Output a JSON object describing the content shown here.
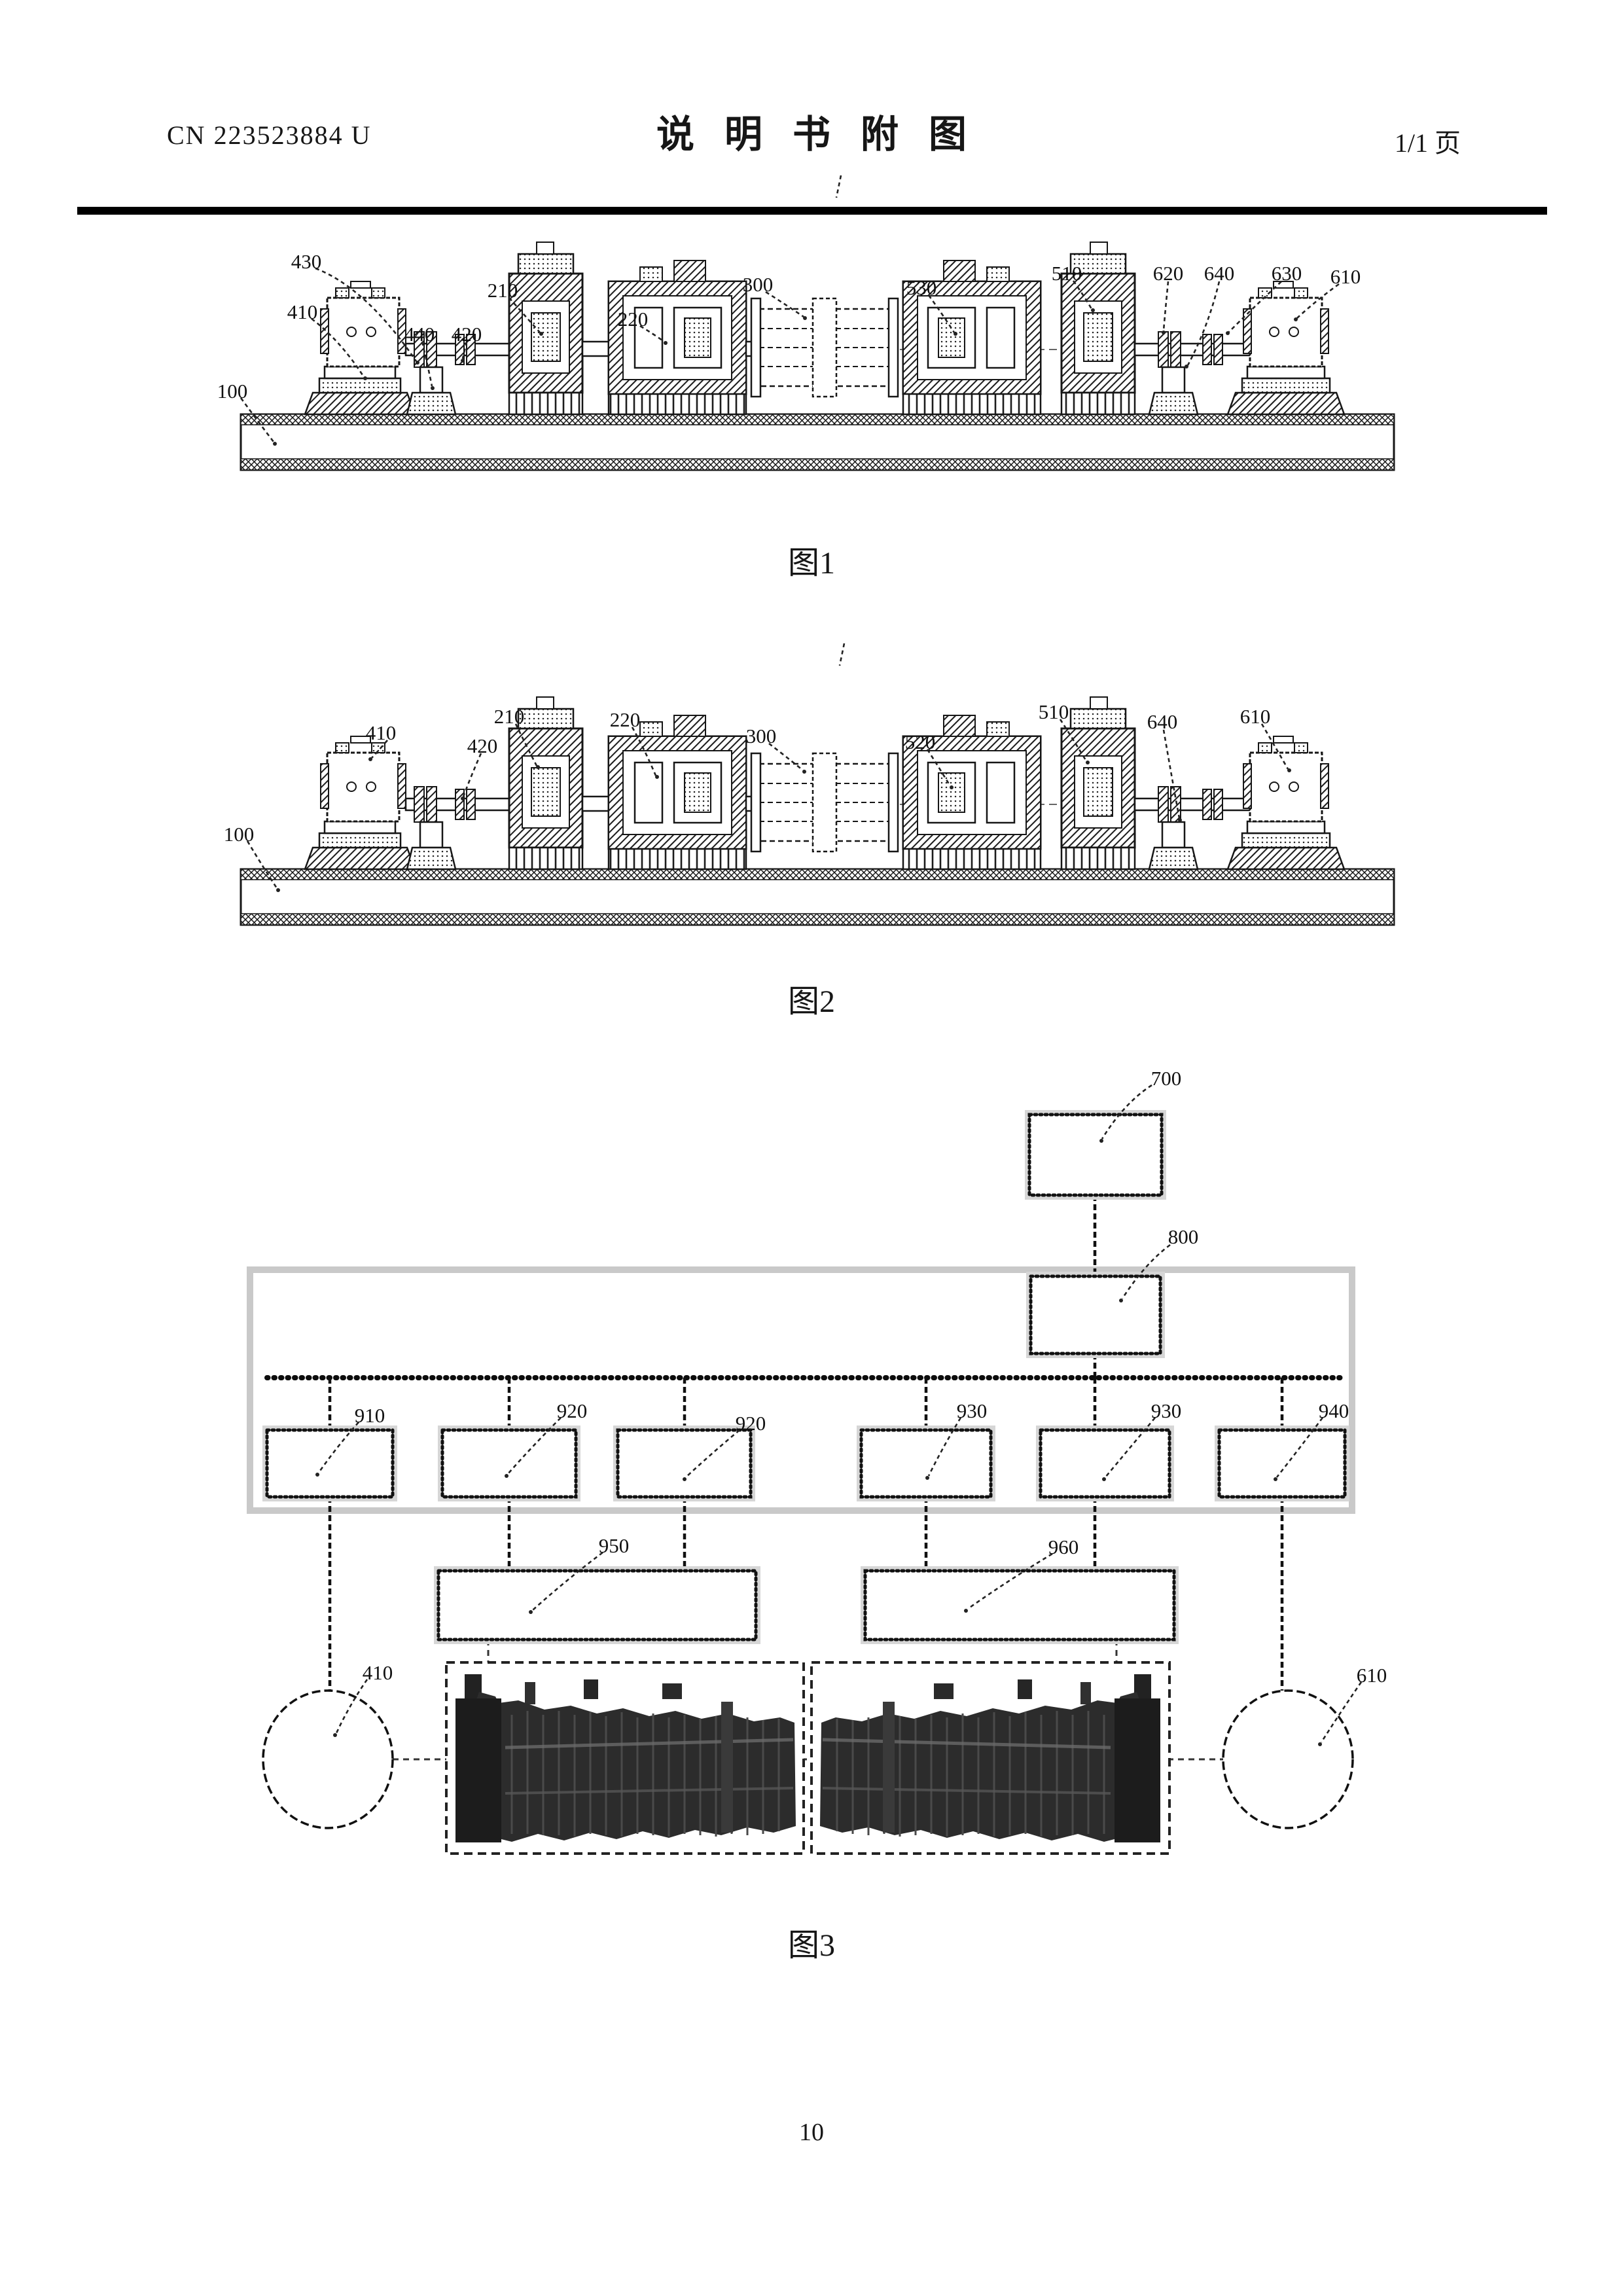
{
  "header": {
    "doc_number": "CN 223523884 U",
    "title": "说明书附图",
    "page_info": "1/1 页"
  },
  "page_number": "10",
  "colors": {
    "ink": "#161616",
    "halftone_gray": "#c9c9c9",
    "photo_dark": "#2c2c2c"
  },
  "figures": {
    "fig1": {
      "caption": "图1",
      "labels": [
        {
          "text": "430"
        },
        {
          "text": "410"
        },
        {
          "text": "440"
        },
        {
          "text": "420"
        },
        {
          "text": "210"
        },
        {
          "text": "220"
        },
        {
          "text": "300"
        },
        {
          "text": "530"
        },
        {
          "text": "510"
        },
        {
          "text": "620"
        },
        {
          "text": "640"
        },
        {
          "text": "630"
        },
        {
          "text": "610"
        },
        {
          "text": "100"
        }
      ]
    },
    "fig2": {
      "caption": "图2",
      "labels": [
        {
          "text": "410"
        },
        {
          "text": "420"
        },
        {
          "text": "210"
        },
        {
          "text": "220"
        },
        {
          "text": "300"
        },
        {
          "text": "520"
        },
        {
          "text": "510"
        },
        {
          "text": "640"
        },
        {
          "text": "610"
        },
        {
          "text": "100"
        }
      ]
    },
    "fig3": {
      "caption": "图3",
      "labels": [
        {
          "text": "700"
        },
        {
          "text": "800"
        },
        {
          "text": "910"
        },
        {
          "text": "920"
        },
        {
          "text": "920"
        },
        {
          "text": "930"
        },
        {
          "text": "930"
        },
        {
          "text": "940"
        },
        {
          "text": "950"
        },
        {
          "text": "960"
        },
        {
          "text": "410"
        },
        {
          "text": "610"
        }
      ]
    }
  }
}
